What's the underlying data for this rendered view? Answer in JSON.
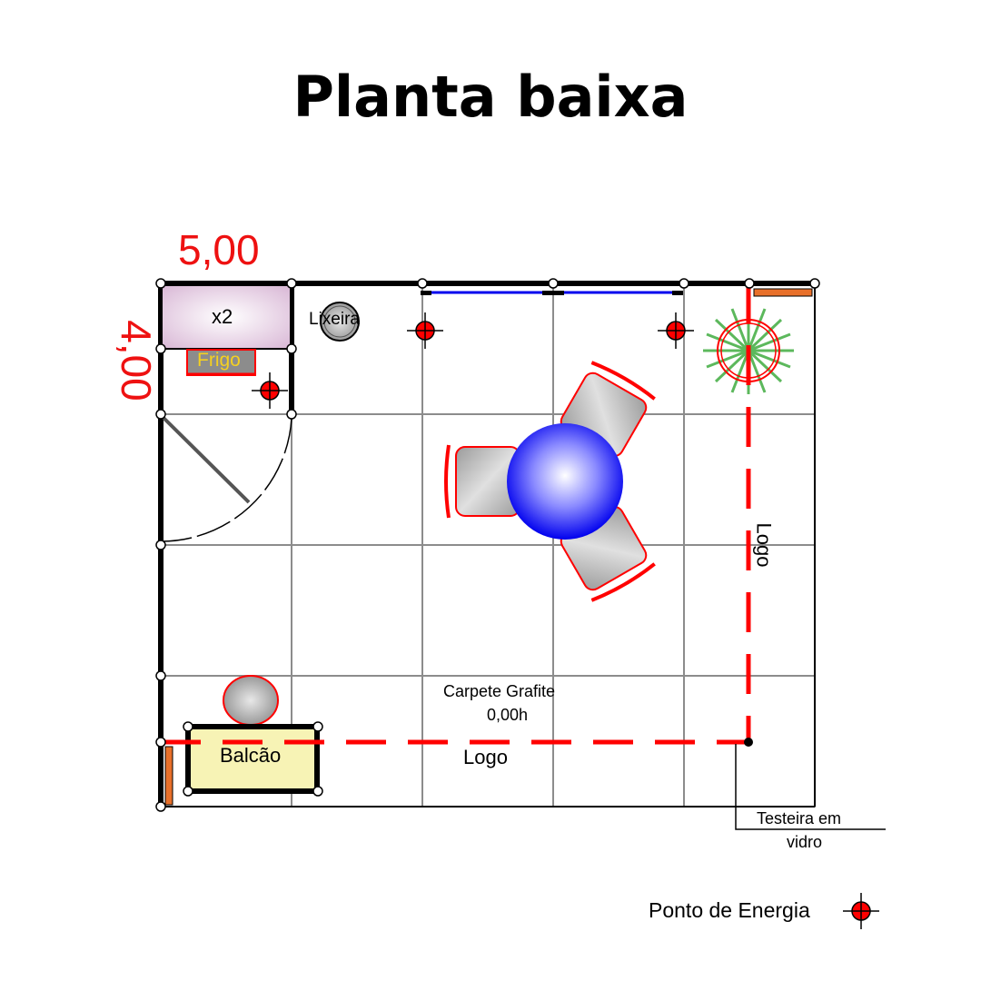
{
  "title": "Planta baixa",
  "dimensions": {
    "width": "5,00",
    "depth": "4,00"
  },
  "labels": {
    "fridge_count": "x2",
    "fridge": "Frigo",
    "trash": "Lixeira",
    "counter": "Balcão",
    "floor_line1": "Carpete Grafite",
    "floor_line2": "0,00h",
    "logo_bottom": "Logo",
    "logo_right": "Logo",
    "header_line1": "Testeira em",
    "header_line2": "vidro"
  },
  "legend": {
    "label": "Ponto de Energia",
    "icon": "power-outlet-icon"
  },
  "colors": {
    "accent_red": "#ff0000",
    "table_blue": "#1a1aff",
    "counter_fill": "#f7f3b5",
    "fridge_fill": "#e6cfe3",
    "plant_green": "#5cb85c",
    "orange": "#e8702a"
  }
}
